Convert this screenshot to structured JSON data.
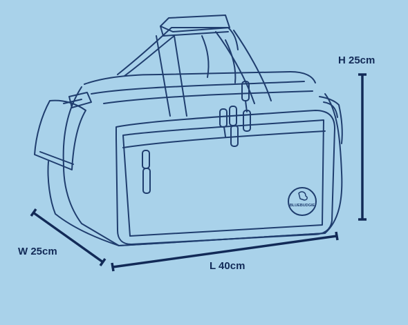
{
  "dimensions": {
    "height": "H 25cm",
    "width": "W 25cm",
    "length": "L 40cm"
  },
  "logo": {
    "text": "BLUEBUDGIE"
  },
  "colors": {
    "background": "#a9d2ea",
    "line": "#1f3d6e",
    "dimension": "#122a57"
  }
}
